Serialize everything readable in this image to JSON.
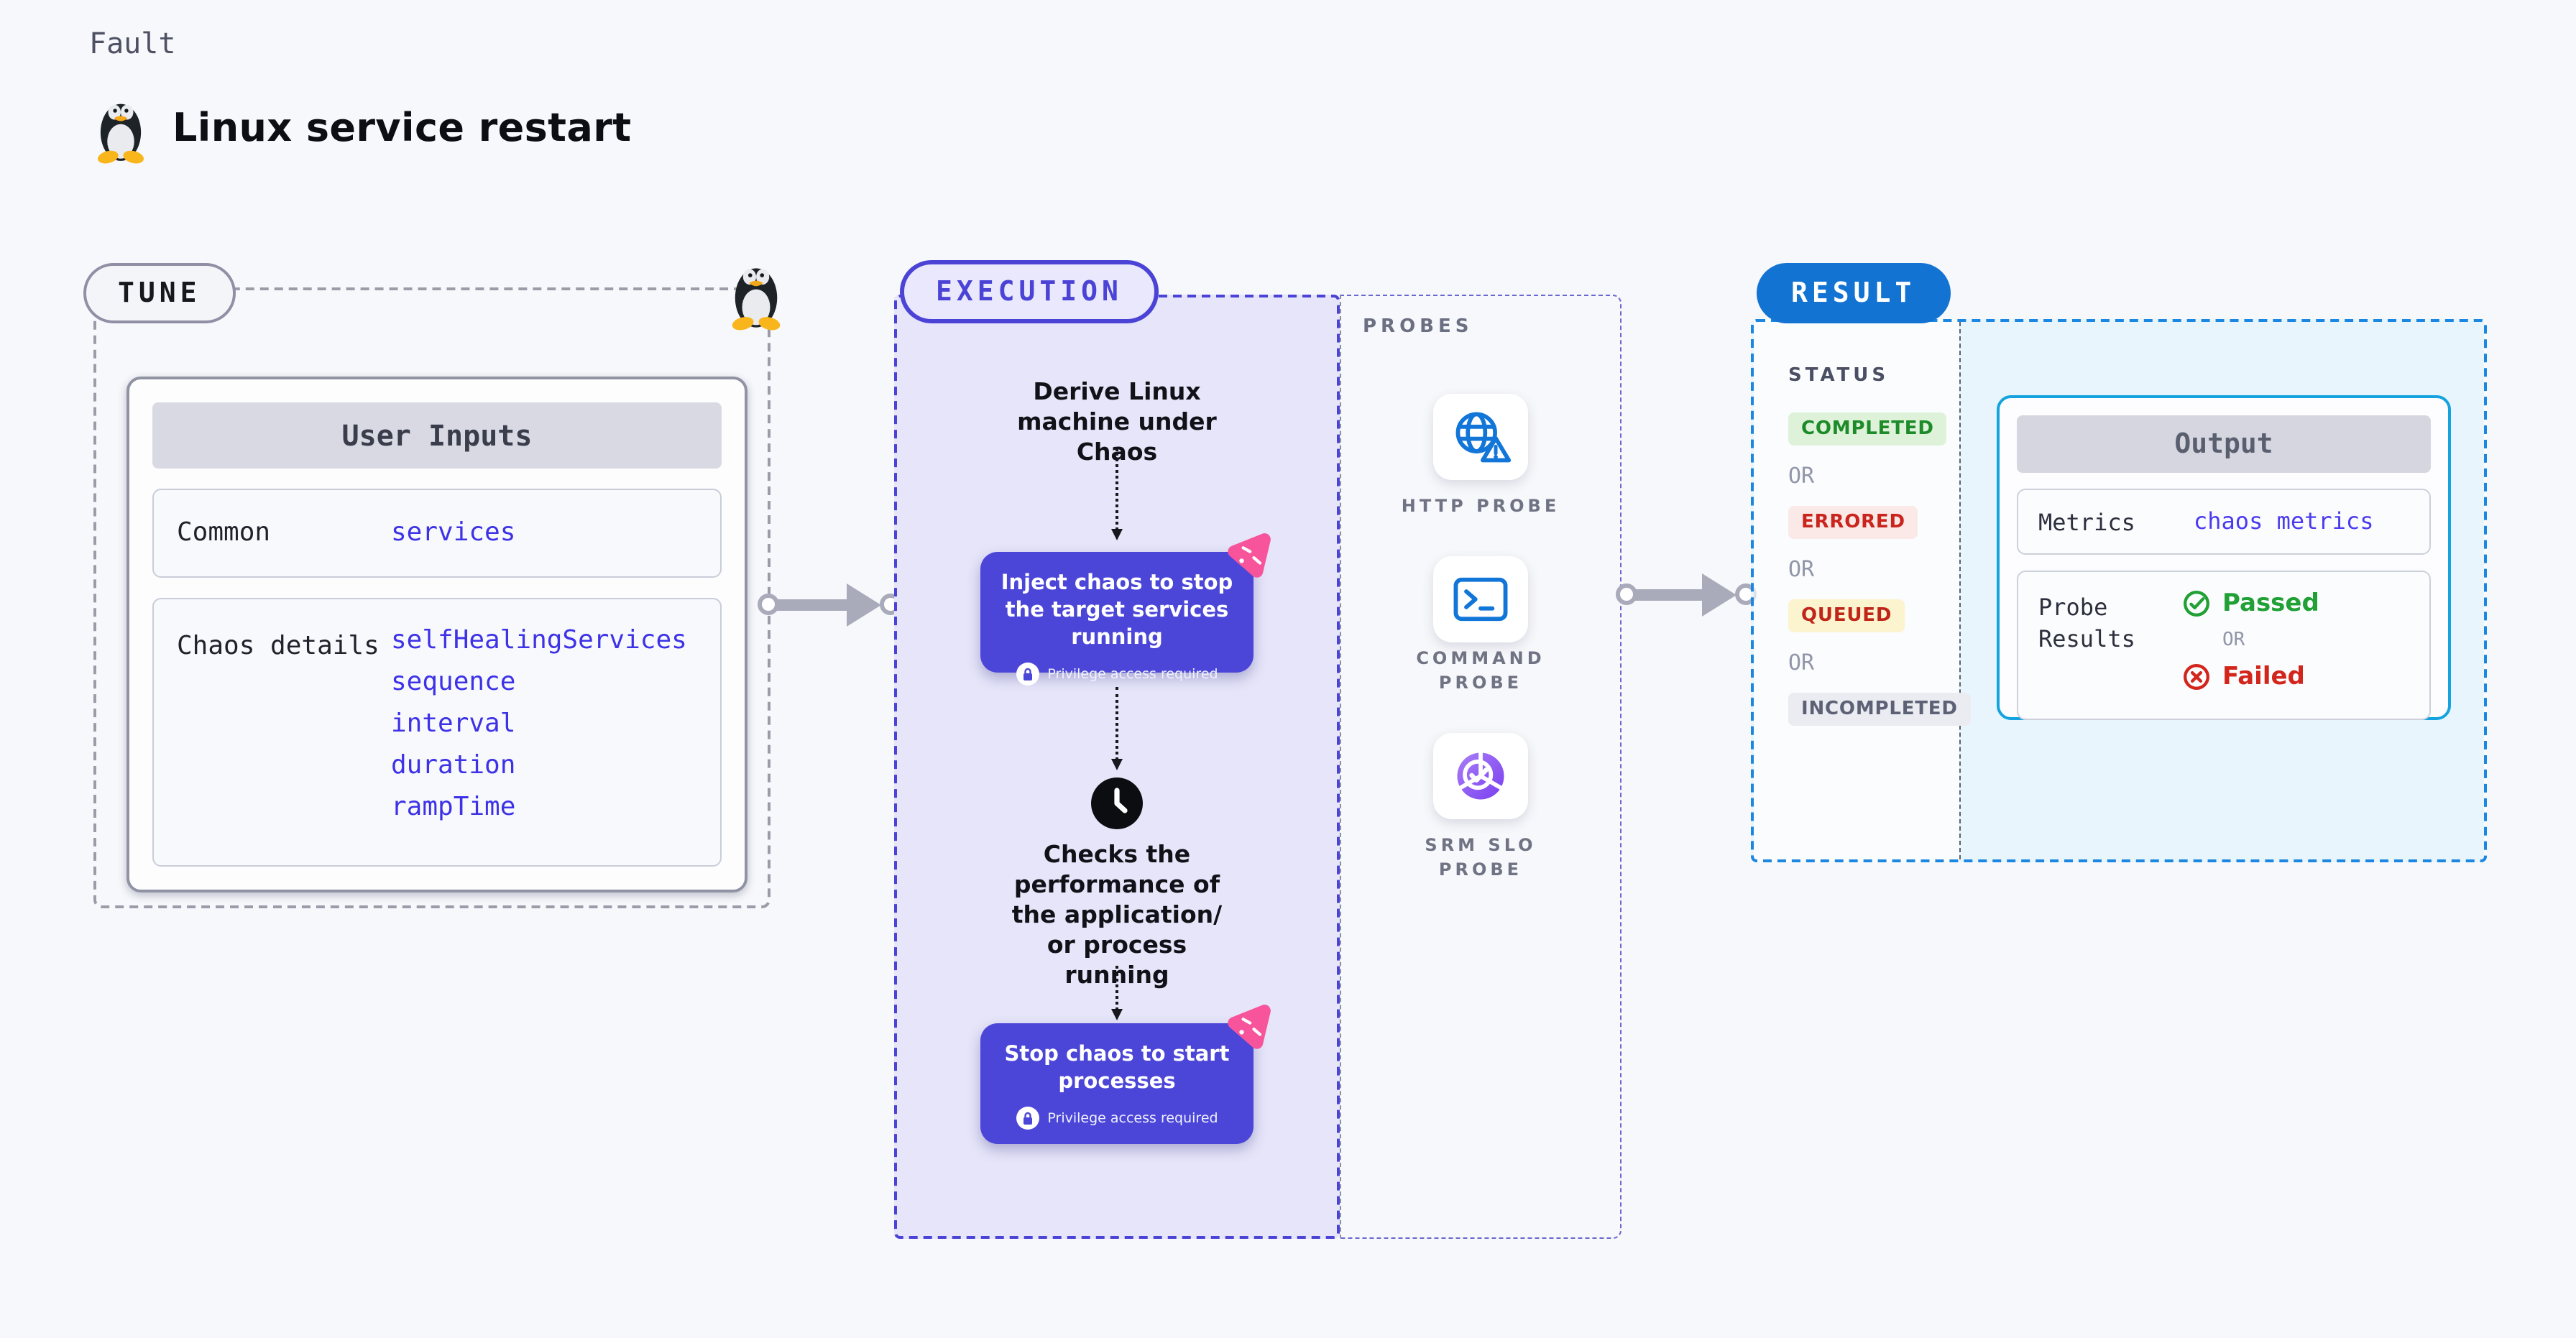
{
  "header": {
    "category": "Fault",
    "title": "Linux service restart"
  },
  "tune": {
    "badge": "TUNE",
    "table": {
      "header": "User Inputs",
      "rows": [
        {
          "label": "Common",
          "values": [
            "services"
          ]
        },
        {
          "label": "Chaos details",
          "values": [
            "selfHealingServices",
            "sequence",
            "interval",
            "duration",
            "rampTime"
          ]
        }
      ]
    }
  },
  "execution": {
    "badge": "EXECUTION",
    "derive_text": "Derive Linux machine under Chaos",
    "inject": {
      "title": "Inject chaos to stop the target services running",
      "note": "Privilege access required"
    },
    "checks_text": "Checks the performance of the application/ or process running",
    "stop": {
      "title": "Stop chaos to start processes",
      "note": "Privilege access required"
    }
  },
  "probes": {
    "label": "PROBES",
    "items": [
      "HTTP PROBE",
      "COMMAND PROBE",
      "SRM SLO PROBE"
    ]
  },
  "result": {
    "badge": "RESULT",
    "status_label": "STATUS",
    "or": "OR",
    "statuses": [
      "COMPLETED",
      "ERRORED",
      "QUEUED",
      "INCOMPLETED"
    ],
    "output": {
      "header": "Output",
      "metrics_label": "Metrics",
      "metrics_value": "chaos metrics",
      "probe_results_label": "Probe Results",
      "passed": "Passed",
      "failed": "Failed"
    }
  },
  "colors": {
    "page_bg": "#f7f8fb",
    "indigo": "#4c46d8",
    "lavender": "#e6e5f9",
    "exec_border": "#4b43d6",
    "link_blue": "#3d32e6",
    "probe_icon_blue": "#1176d8",
    "result_pill_blue": "#1273d2",
    "result_border_blue": "#1b87e0",
    "cyan_bg": "#e8f5fc",
    "output_border": "#14a3df",
    "green_text": "#1d8b29",
    "green_bg": "#def2d9",
    "red_text": "#c9251d",
    "red_bg": "#fbe9e8",
    "yellow_bg": "#fcf3cf",
    "gray_badge_bg": "#ebecf1",
    "gray_badge_text": "#5c6175",
    "arrow_gray": "#a9abbb",
    "dash_gray": "#9b9ca8",
    "pink": "#f7549b"
  }
}
